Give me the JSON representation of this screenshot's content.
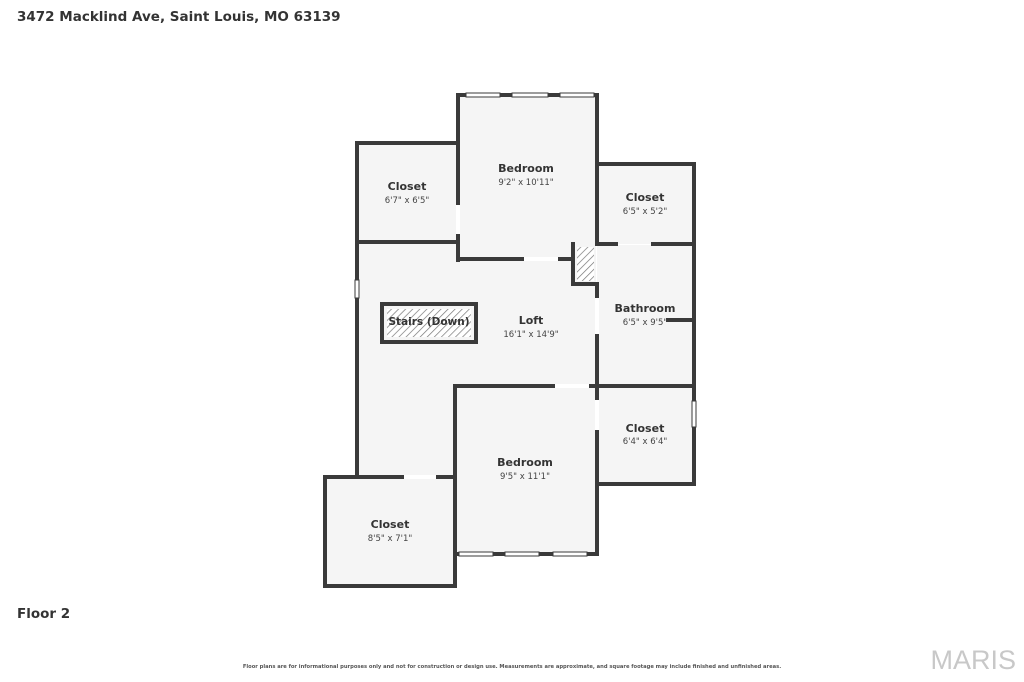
{
  "header": {
    "address": "3472 Macklind Ave, Saint Louis, MO 63139"
  },
  "footer": {
    "floor_label": "Floor 2",
    "disclaimer": "Floor plans are for informational purposes only and not for construction or design use. Measurements are approximate, and square footage may include finished and unfinished areas.",
    "brand": "MARIS"
  },
  "plan": {
    "rooms": {
      "closet_nw": {
        "name": "Closet",
        "dims": "6'7\" x 6'5\""
      },
      "bedroom_top": {
        "name": "Bedroom",
        "dims": "9'2\" x 10'11\""
      },
      "closet_ne": {
        "name": "Closet",
        "dims": "6'5\" x 5'2\""
      },
      "bathroom": {
        "name": "Bathroom",
        "dims": "6'5\" x 9'5\""
      },
      "loft": {
        "name": "Loft",
        "dims": "16'1\" x 14'9\""
      },
      "stairs": {
        "name": "Stairs (Down)"
      },
      "closet_e": {
        "name": "Closet",
        "dims": "6'4\" x 6'4\""
      },
      "bedroom_bottom": {
        "name": "Bedroom",
        "dims": "9'5\" x 11'1\""
      },
      "closet_sw": {
        "name": "Closet",
        "dims": "8'5\" x 7'1\""
      }
    },
    "colors": {
      "wall": "#3a3a3a",
      "floor": "#f5f5f5",
      "door": "#ffffff"
    }
  }
}
